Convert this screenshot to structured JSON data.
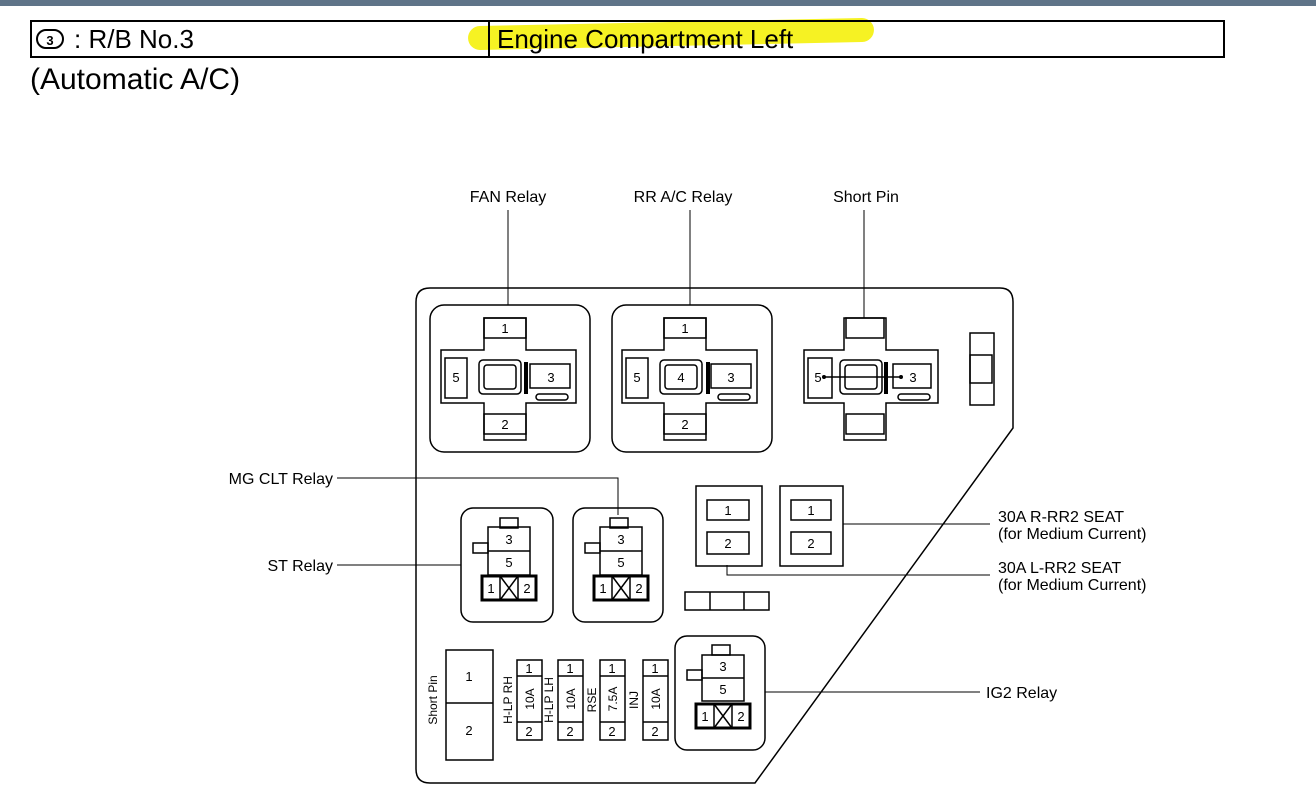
{
  "header": {
    "connector_symbol": "3",
    "block_name": ": R/B No.3",
    "location": "Engine Compartment Left"
  },
  "subtitle": "(Automatic A/C)",
  "diagram": {
    "labels": {
      "fan_relay": "FAN Relay",
      "rr_ac_relay": "RR A/C Relay",
      "short_pin_top": "Short Pin",
      "mg_clt_relay": "MG CLT Relay",
      "st_relay": "ST Relay",
      "r_rr2_seat": "30A R-RR2 SEAT",
      "r_rr2_seat_note": "(for Medium Current)",
      "l_rr2_seat": "30A L-RR2 SEAT",
      "l_rr2_seat_note": "(for Medium Current)",
      "ig2_relay": "IG2 Relay",
      "short_pin_bottom": "Short Pin"
    },
    "pins": {
      "p1": "1",
      "p2": "2",
      "p3": "3",
      "p4": "4",
      "p5": "5"
    },
    "fuses": [
      {
        "name": "H-LP RH",
        "rating": "10A"
      },
      {
        "name": "H-LP LH",
        "rating": "10A"
      },
      {
        "name": "RSE",
        "rating": "7.5A"
      },
      {
        "name": "INJ",
        "rating": "10A"
      }
    ],
    "highlight_color": "#f6f223"
  }
}
